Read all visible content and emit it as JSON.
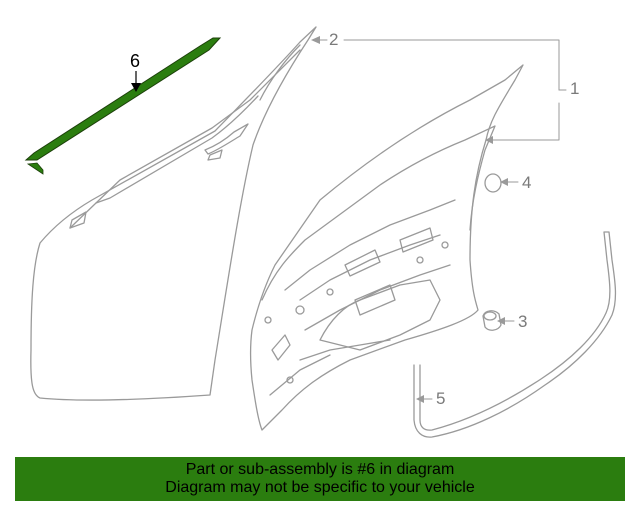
{
  "callouts": {
    "part1": "1",
    "part2": "2",
    "part3": "3",
    "part4": "4",
    "part5": "5",
    "part6": "6"
  },
  "banner": {
    "line1": "Part or sub-assembly is #6 in diagram",
    "line2": "Diagram may not be specific to your vehicle"
  },
  "colors": {
    "highlight": "#2b7d0f",
    "line": "#9a9a9a",
    "banner_bg": "#2b7d0f"
  }
}
